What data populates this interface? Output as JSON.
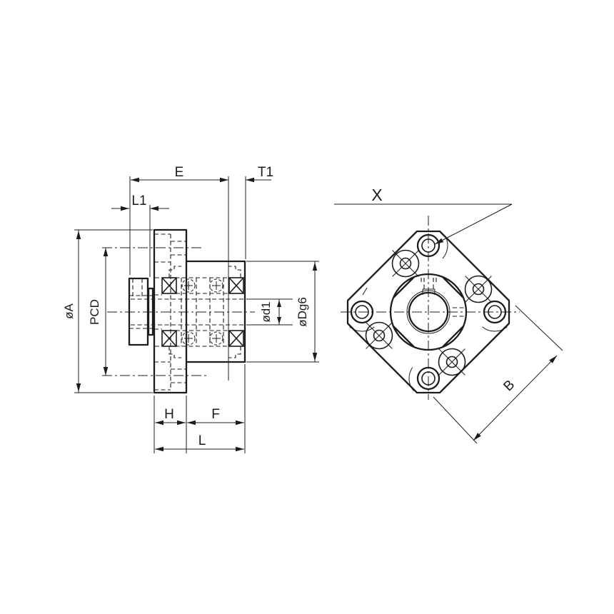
{
  "drawing": {
    "title": "ball screw support unit - fixed side",
    "colors": {
      "line": "#1c1c1c",
      "background": "#ffffff"
    },
    "side_view": {
      "labels": {
        "E": "E",
        "T1": "T1",
        "L1": "L1",
        "dia_A": "øA",
        "PCD": "PCD",
        "dia_d1": "ød1",
        "dia_Dg6": "øDg6",
        "H": "H",
        "F": "F",
        "L": "L"
      }
    },
    "front_view": {
      "labels": {
        "X": "X",
        "B": "B"
      }
    }
  }
}
